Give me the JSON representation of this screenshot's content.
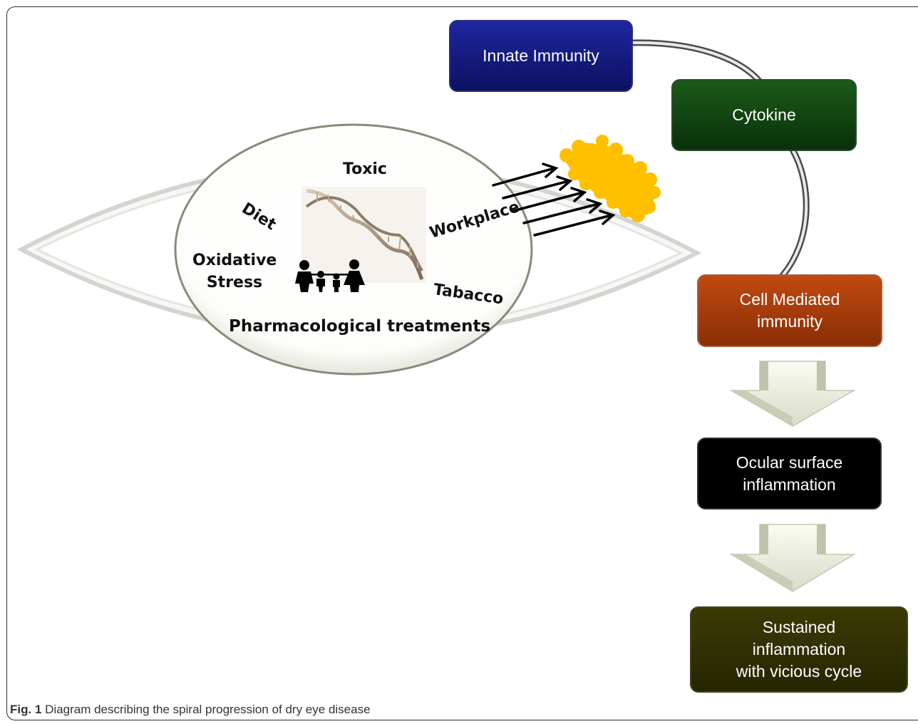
{
  "flow": {
    "innate": "Innate Immunity",
    "cytokine": "Cytokine",
    "cell_mediated": "Cell Mediated\nimmunity",
    "ocular": "Ocular surface\ninflammation",
    "sustained": "Sustained\ninflammation\nwith vicious cycle"
  },
  "factors": {
    "toxic": "Toxic",
    "diet": "Diet",
    "workplace": "Workplace",
    "oxidative_stress": "Oxidative\nStress",
    "tabacco": "Tabacco",
    "pharmacological": "Pharmacological treatments"
  },
  "caption": {
    "label": "Fig. 1",
    "text": "Diagram describing the spiral progression of dry eye disease"
  },
  "colors": {
    "innate_box": "#141a7a",
    "cytokine_box": "#0f4010",
    "cell_mediated_box": "#a53a0a",
    "ocular_box": "#000000",
    "sustained_box": "#2e2e00",
    "allergen": "#ffc000",
    "down_arrow": "#eef2de"
  },
  "icons": {
    "dna": "dna-helix-icon",
    "family": "family-icon",
    "allergen": "allergen-particles-icon"
  }
}
